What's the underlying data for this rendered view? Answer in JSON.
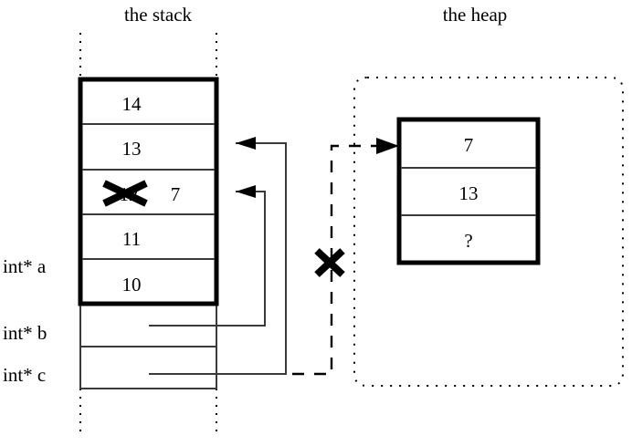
{
  "titles": {
    "stack": "the stack",
    "heap": "the heap"
  },
  "stack": {
    "frame_cells": [
      {
        "value": "14"
      },
      {
        "value": "13"
      },
      {
        "value": "12",
        "struck": true,
        "replacement": "7"
      },
      {
        "value": "11"
      },
      {
        "value": "10"
      }
    ],
    "variables": [
      {
        "label": "int* a"
      },
      {
        "label": "int* b"
      },
      {
        "label": "int* c"
      }
    ]
  },
  "heap": {
    "cells": [
      {
        "value": "7"
      },
      {
        "value": "13"
      },
      {
        "value": "?"
      }
    ]
  },
  "annotations": {
    "struck_value_mark": "X",
    "invalid_pointer_mark": "X"
  },
  "colors": {
    "ink": "#000000",
    "thin_rule": "#3a3a3a",
    "background": "#ffffff"
  }
}
